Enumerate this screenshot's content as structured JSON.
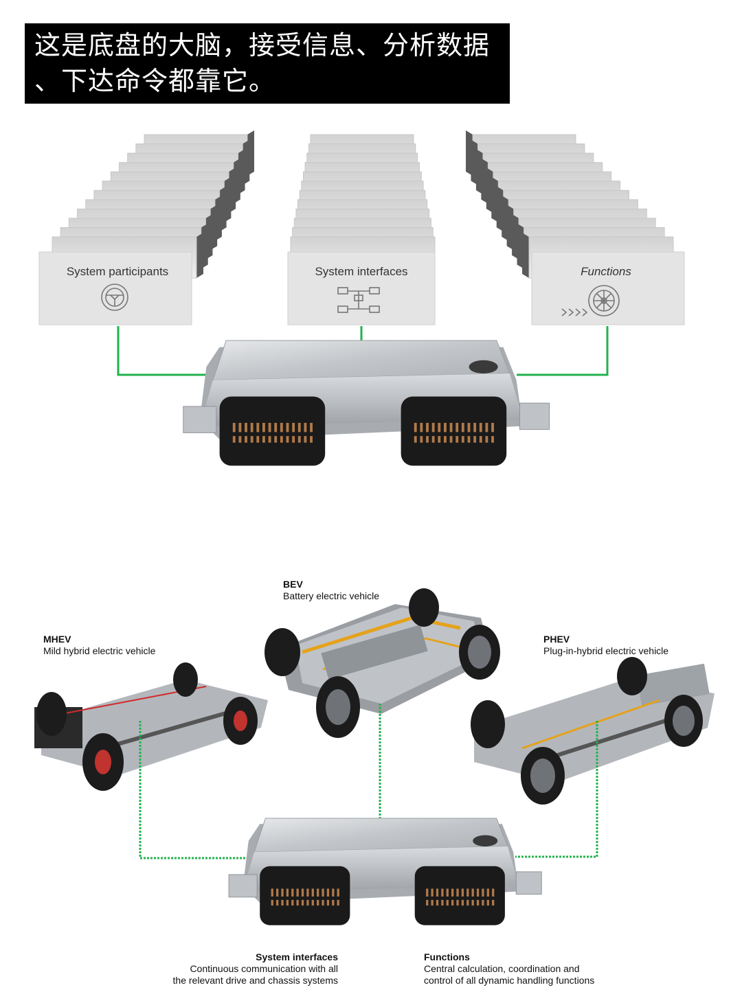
{
  "caption": {
    "line1": "这是底盘的大脑，接受信息、分析数据",
    "line2": "、下达命令都靠它。"
  },
  "top_cards": [
    {
      "label": "System participants",
      "icon": "steering-wheel-icon"
    },
    {
      "label": "System interfaces",
      "icon": "drivetrain-icon"
    },
    {
      "label": "Functions",
      "icon": "wheel-icon"
    }
  ],
  "vehicles": {
    "bev": {
      "abbr": "BEV",
      "name": "Battery electric vehicle"
    },
    "mhev": {
      "abbr": "MHEV",
      "name": "Mild hybrid electric vehicle"
    },
    "phev": {
      "abbr": "PHEV",
      "name": "Plug-in-hybrid electric vehicle"
    }
  },
  "bottom_labels": {
    "interfaces": {
      "title": "System interfaces",
      "line1": "Continuous communication with all",
      "line2": "the relevant drive and chassis systems"
    },
    "functions": {
      "title": "Functions",
      "line1": "Central calculation, coordination and",
      "line2": "control of all dynamic handling functions"
    }
  },
  "colors": {
    "link_green": "#22b24c",
    "card_face": "#e3e3e3",
    "card_side": "#5a5a5a",
    "housing": "#c9ccd0",
    "connector": "#1a1a1a"
  }
}
